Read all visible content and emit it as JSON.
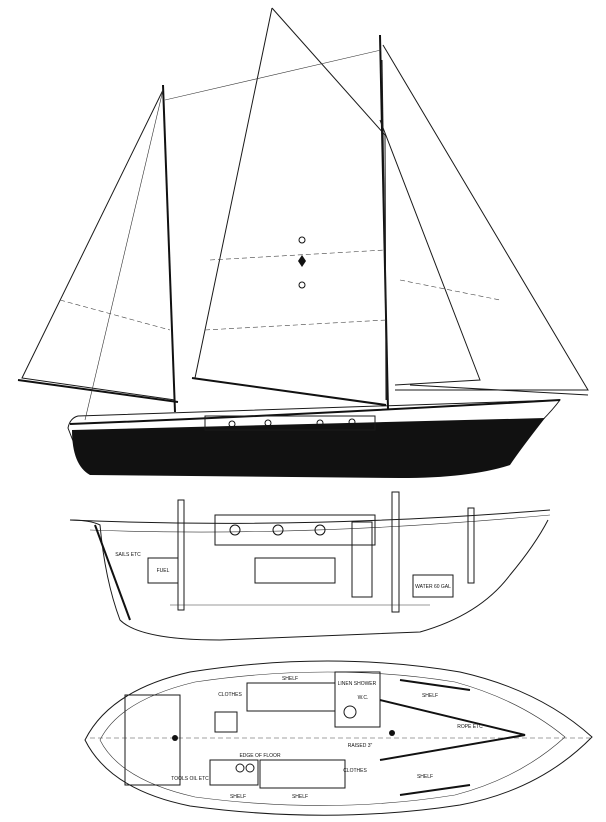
{
  "drawing": {
    "views": [
      "sail-plan",
      "inboard-profile",
      "accommodation-plan"
    ],
    "ink_color": "#111111",
    "paper_color": "#ffffff",
    "inboard_labels": {
      "sails": "SAILS ETC",
      "fuel": "FUEL",
      "water": "WATER 60 GAL"
    },
    "plan_labels": {
      "shelf_top": "SHELF",
      "clothes_top": "CLOTHES",
      "linen": "LINEN",
      "shower": "SHOWER",
      "wc": "W.C.",
      "shelf_fwd_top": "SHELF",
      "rope": "ROPE ETC",
      "raised": "RAISED 3\"",
      "edge_floor": "EDGE OF FLOOR",
      "tools": "TOOLS OIL ETC",
      "shelf_bottom": "SHELF",
      "shelf_bottom2": "SHELF",
      "clothes_bottom": "CLOTHES",
      "shelf_fwd_bottom": "SHELF"
    }
  }
}
